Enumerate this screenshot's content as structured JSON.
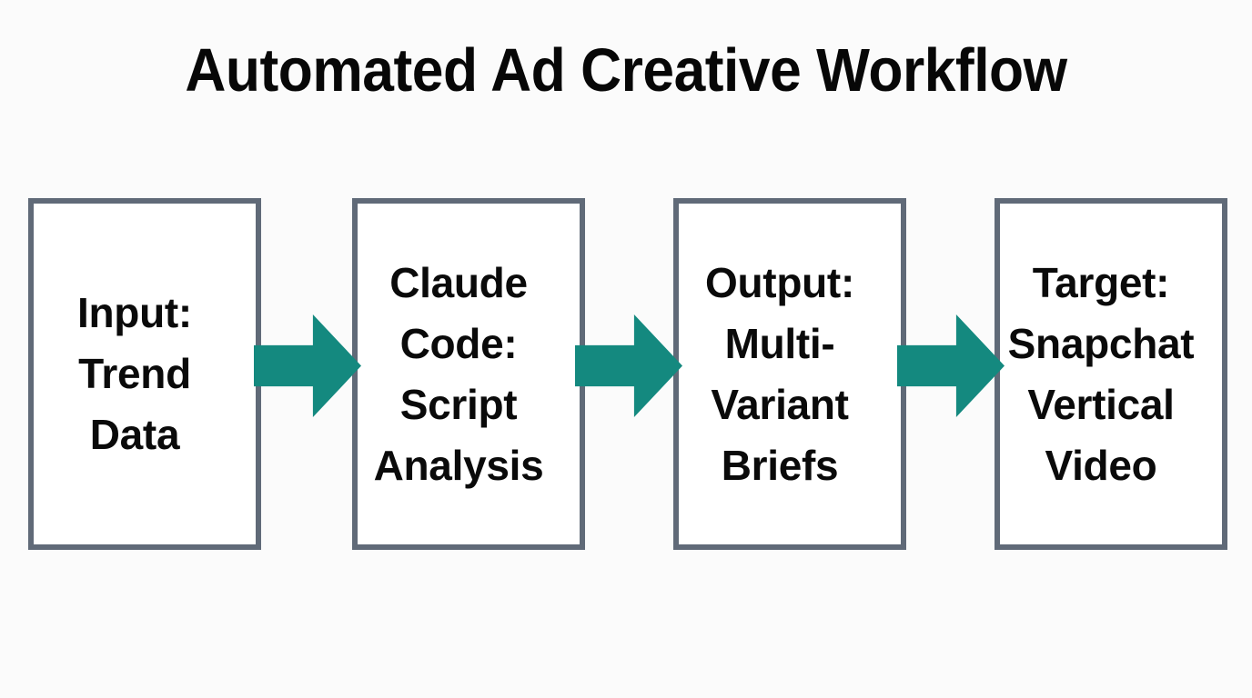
{
  "diagram": {
    "title": "Automated Ad Creative Workflow",
    "background_color": "#fbfbfb",
    "box_border_color": "#606a78",
    "box_fill_color": "#ffffff",
    "arrow_color": "#14897f",
    "text_color": "#0a0a0a",
    "nodes": [
      {
        "id": "input",
        "label": "Input:\nTrend\nData",
        "lines": [
          "Input:",
          "Trend",
          "Data"
        ]
      },
      {
        "id": "claude-code",
        "label": "Claude\nCode:\nScript\nAnalysis",
        "lines": [
          "Claude",
          "Code:",
          "Script",
          "Analysis"
        ]
      },
      {
        "id": "output",
        "label": "Output:\nMulti-\nVariant\nBriefs",
        "lines": [
          "Output:",
          "Multi-",
          "Variant",
          "Briefs"
        ]
      },
      {
        "id": "target",
        "label": "Target:\nSnapchat\nVertical\nVideo",
        "lines": [
          "Target:",
          "Snapchat",
          "Vertical",
          "Video"
        ]
      }
    ],
    "connectors": [
      {
        "id": "arrow-1",
        "from": "input",
        "to": "claude-code",
        "direction": "right"
      },
      {
        "id": "arrow-2",
        "from": "claude-code",
        "to": "output",
        "direction": "right"
      },
      {
        "id": "arrow-3",
        "from": "output",
        "to": "target",
        "direction": "right"
      }
    ]
  }
}
